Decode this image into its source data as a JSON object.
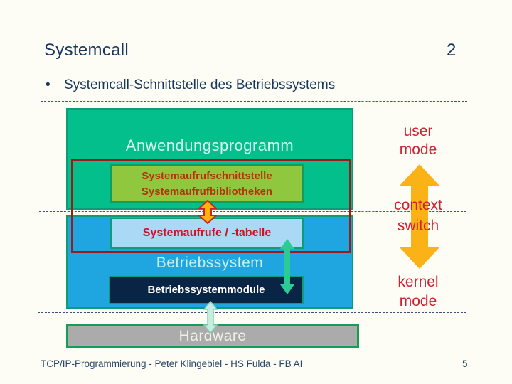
{
  "header": {
    "title": "Systemcall",
    "number": "2"
  },
  "heading": {
    "bullet": "•",
    "text": "Systemcall-Schnittstelle des Betriebssystems"
  },
  "diagram": {
    "application": "Anwendungsprogramm",
    "syscall_interface": {
      "line1": "Systemaufrufschnittstelle",
      "line2": "Systemaufrufbibliotheken"
    },
    "syscall_table": "Systemaufrufe / -tabelle",
    "os": "Betriebssystem",
    "os_modules": "Betriebssystemmodule",
    "hardware": "Hardware",
    "labels": {
      "user_mode": "user mode",
      "context_switch": "context switch",
      "kernel_mode": "kernel mode"
    }
  },
  "footer": {
    "text": "TCP/IP-Programmierung - Peter Klingebiel - HS Fulda - FB AI",
    "page": "5"
  },
  "colors": {
    "title_navy": "#17375e",
    "region_green": "#02bf8b",
    "region_blue": "#1fa6e0",
    "box_yellow_green": "#8fc73e",
    "box_light_blue": "#a9d9f5",
    "box_navy": "#0a2445",
    "box_gray": "#ababab",
    "red_outline": "#9b1b1b",
    "red_text": "#cc2233",
    "orange_arrow": "#fbb216",
    "teal_arrow": "#2bcb96",
    "mint_arrow": "#c6eedd",
    "teal_border": "#0e9c7a"
  }
}
